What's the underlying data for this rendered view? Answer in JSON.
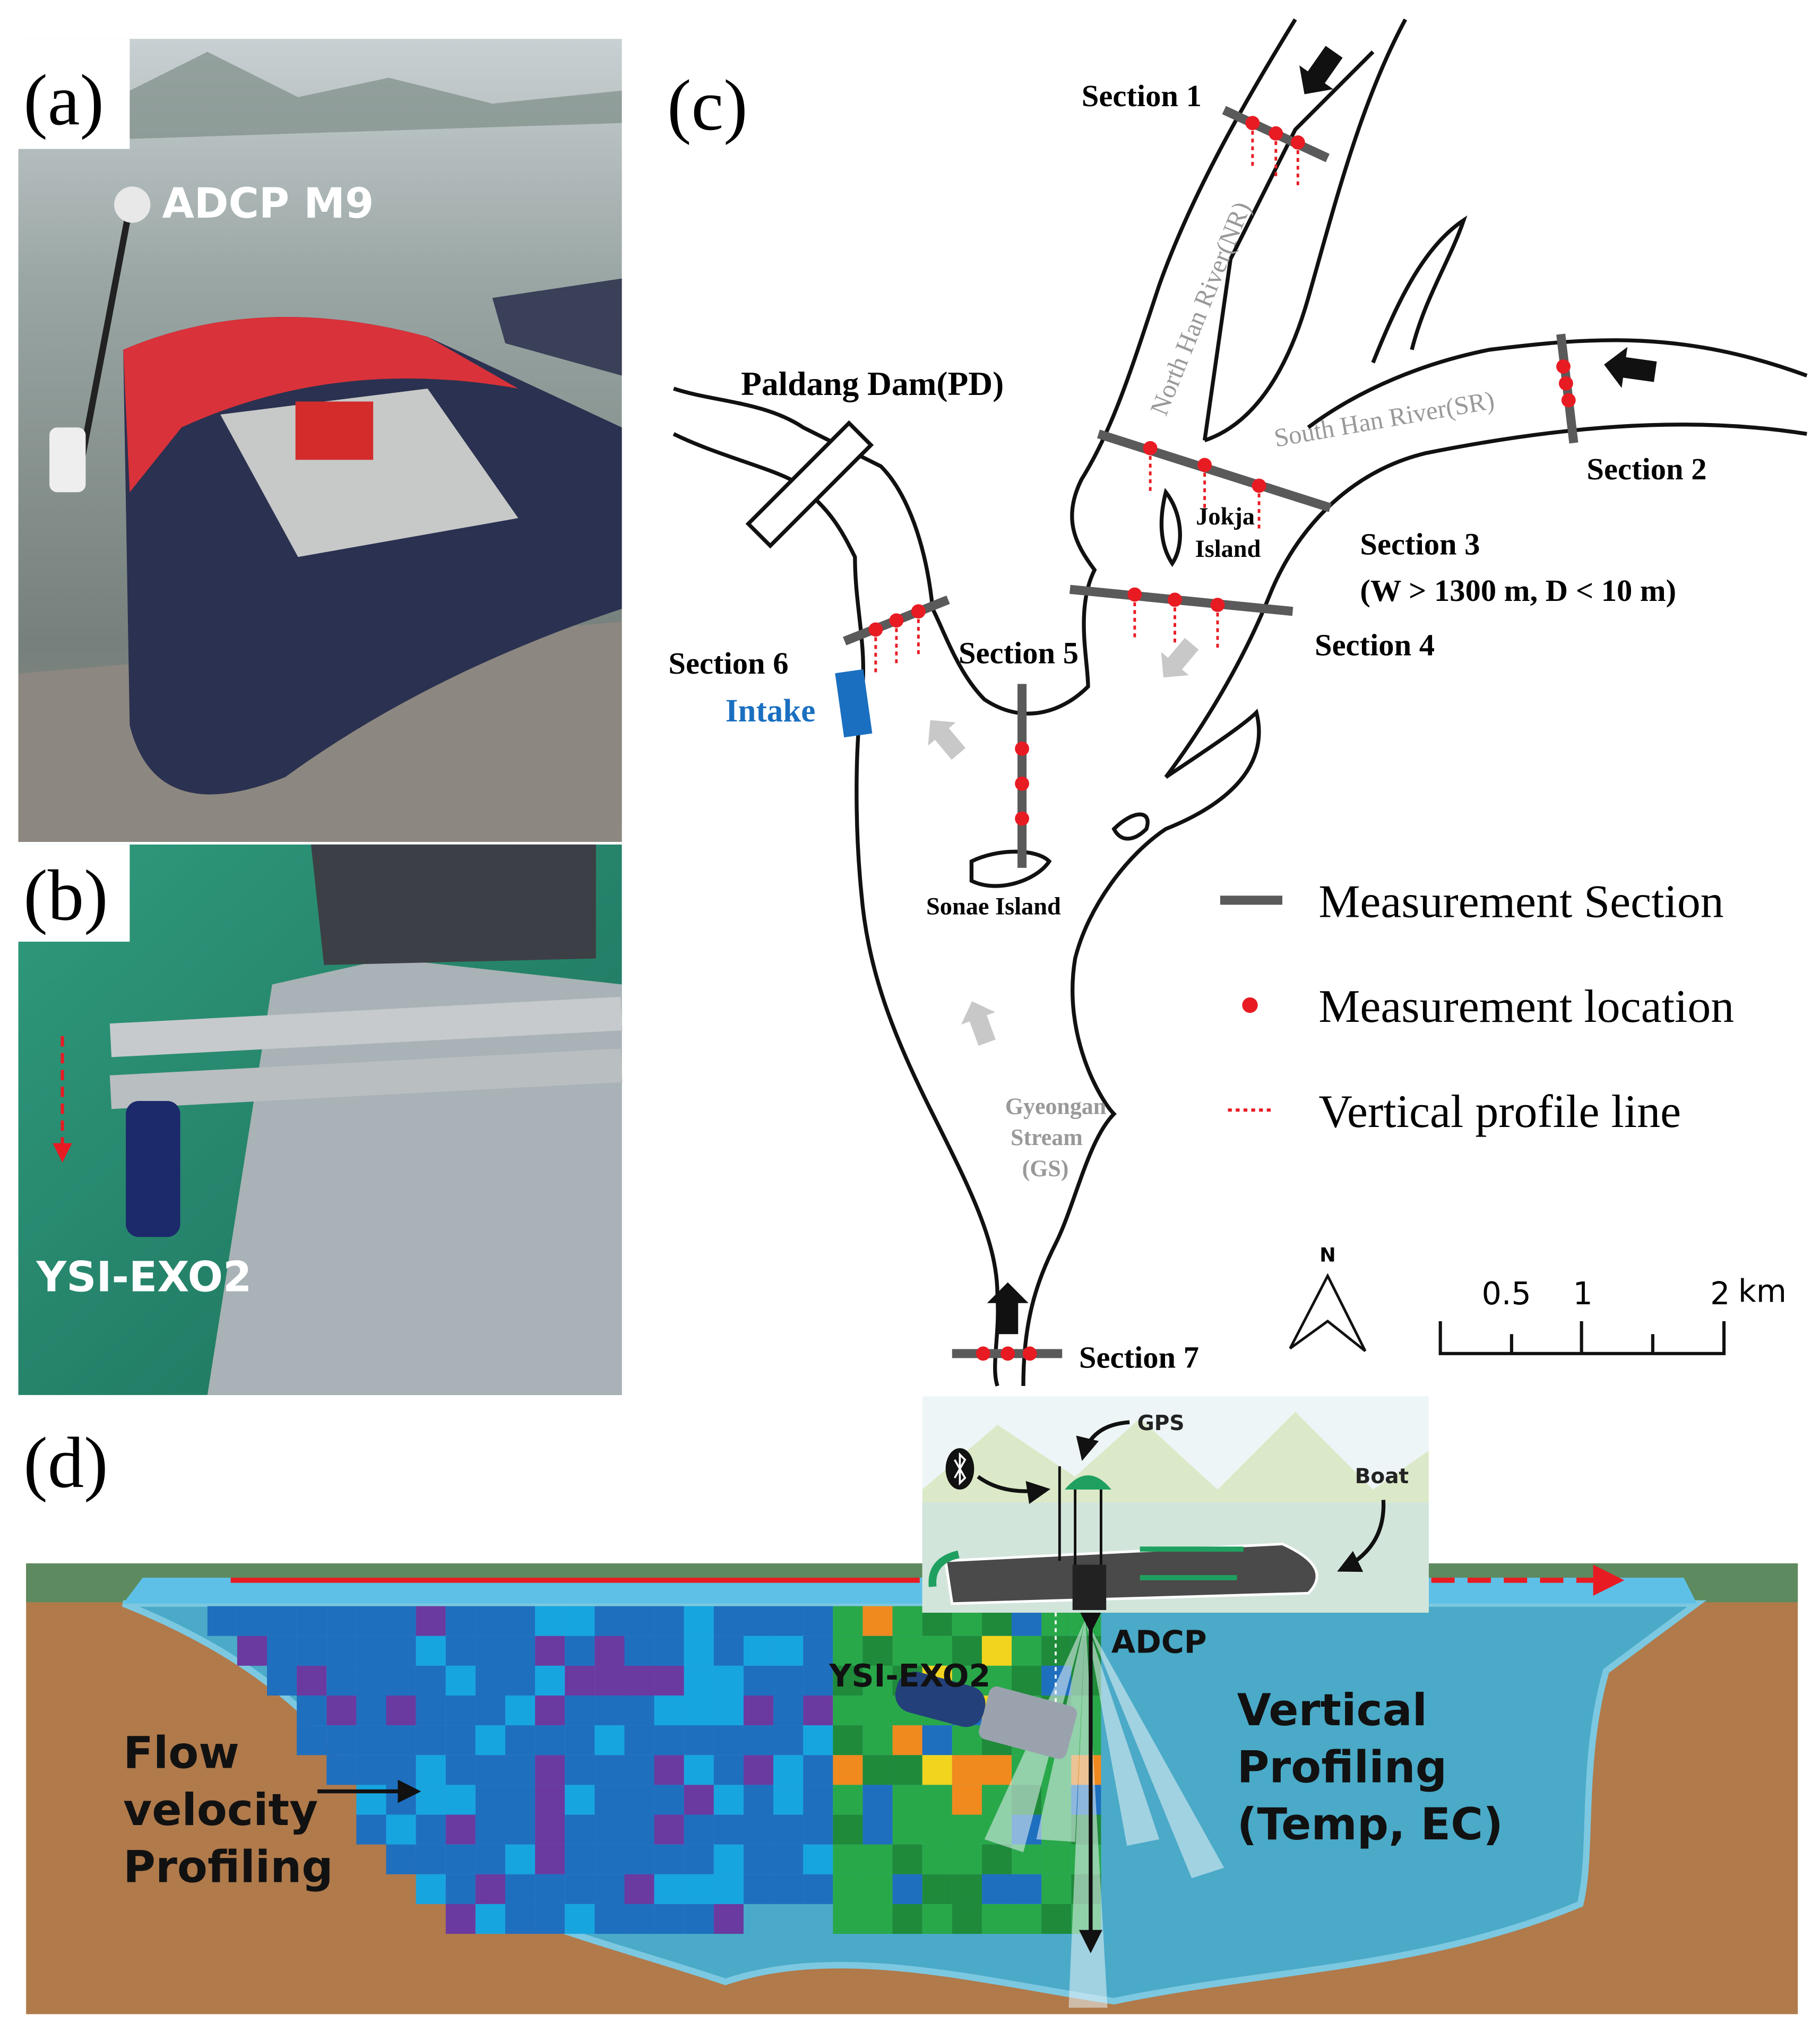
{
  "panels": {
    "a": {
      "label": "(a)",
      "caption": "ADCP M9"
    },
    "b": {
      "label": "(b)",
      "caption": "YSI-EXO2"
    },
    "c": {
      "label": "(c)",
      "dam": "Paldang Dam(PD)",
      "intake": "Intake",
      "rivers": {
        "north": "North Han River(NR)",
        "south": "South Han River(SR)",
        "stream": [
          "Gyeongan",
          "Stream",
          "(GS)"
        ]
      },
      "islands": {
        "jokja": [
          "Jokja",
          "Island"
        ],
        "sonae": "Sonae Island"
      },
      "sections": [
        "Section 1",
        "Section 2",
        "Section 3",
        "Section 4",
        "Section 5",
        "Section 6",
        "Section 7"
      ],
      "section3_note": "(W > 1300 m, D < 10 m)",
      "legend": [
        "Measurement Section",
        "Measurement location",
        "Vertical profile line"
      ],
      "north_arrow": "N",
      "scale": {
        "ticks": [
          "0.5",
          "1",
          "2"
        ],
        "unit": "km"
      },
      "colors": {
        "section": "#5a5a5a",
        "location": "#e81b23",
        "intake": "#1a6fc0",
        "flow_arrow_gray": "#c8c8c8"
      }
    },
    "d": {
      "label": "(d)",
      "gps": "GPS",
      "boat": "Boat",
      "adcp": "ADCP",
      "ysi": "YSI-EXO2",
      "flow": [
        "Flow",
        "velocity",
        "Profiling"
      ],
      "vertical": [
        "Vertical",
        "Profiling",
        "(Temp,  EC)"
      ],
      "colors": {
        "ground": "#b07a4b",
        "water": "#4aaac8",
        "grass": "#5d8a5e",
        "flow_arrow": "#e81b23"
      }
    }
  }
}
